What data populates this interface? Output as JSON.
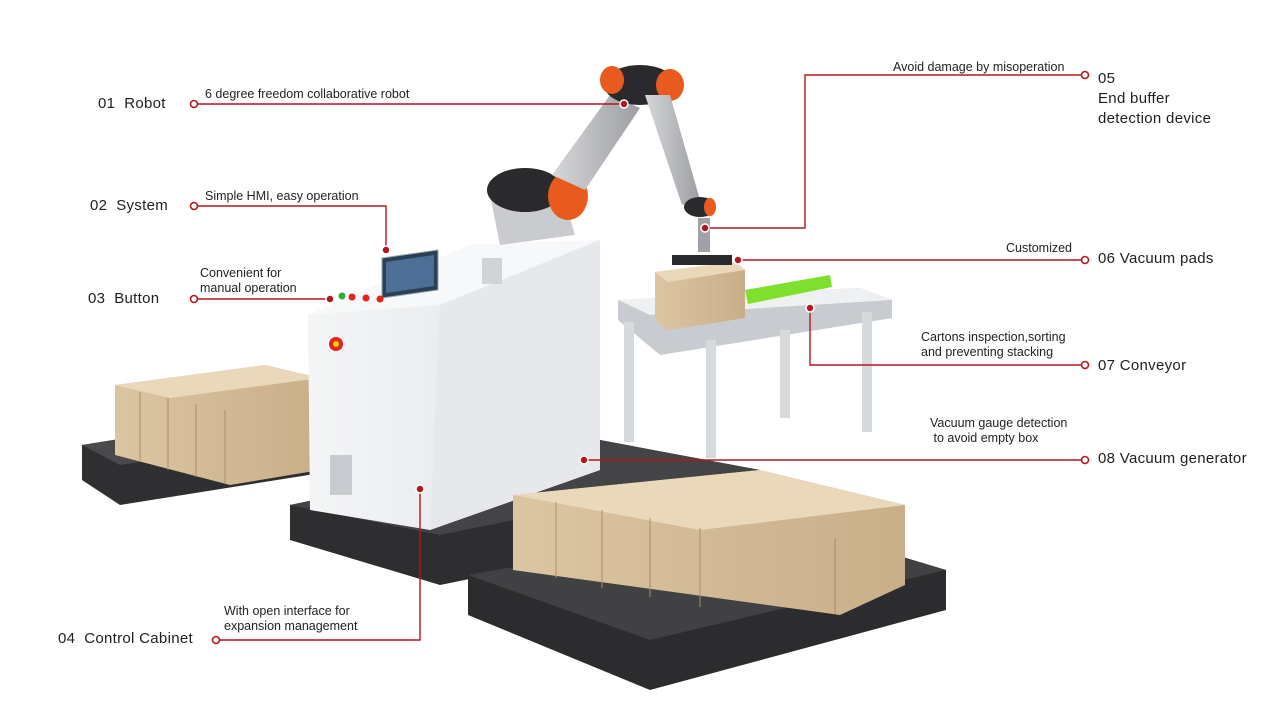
{
  "callouts": [
    {
      "num": "01",
      "title": "Robot",
      "desc": [
        "6 degree freedom collaborative robot"
      ]
    },
    {
      "num": "02",
      "title": "System",
      "desc": [
        "Simple HMI, easy operation"
      ]
    },
    {
      "num": "03",
      "title": "Button",
      "desc": [
        "Convenient for",
        "manual operation"
      ]
    },
    {
      "num": "04",
      "title": "Control Cabinet",
      "desc": [
        "With open interface for",
        "expansion management"
      ]
    },
    {
      "num": "05",
      "title_lines": [
        "End buffer",
        "detection device"
      ],
      "desc": [
        "Avoid damage by misoperation"
      ]
    },
    {
      "num": "06",
      "title": "Vacuum pads",
      "desc": [
        "Customized"
      ]
    },
    {
      "num": "07",
      "title": "Conveyor",
      "desc": [
        "Cartons inspection,sorting",
        "and preventing stacking"
      ]
    },
    {
      "num": "08",
      "title": "Vacuum generator",
      "desc": [
        "Vacuum gauge detection",
        " to avoid empty box"
      ]
    }
  ],
  "colors": {
    "leader": "#b3161f",
    "pallet": "#3a3a3c",
    "carton": "#d9c3a3",
    "cabinet": "#eef0f2",
    "robot_accent": "#e85a1e",
    "conveyor_belt": "#7ee02c"
  }
}
